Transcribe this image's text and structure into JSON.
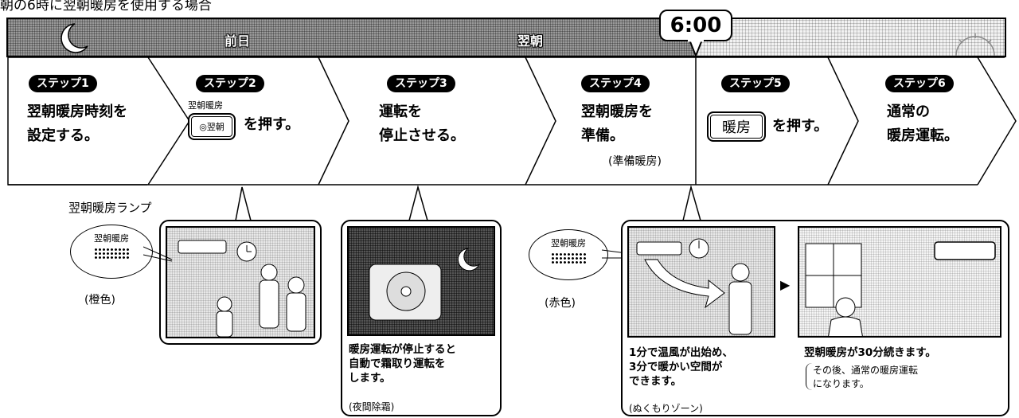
{
  "caption": "朝の6時に翌朝暖房を使用する場合",
  "timeline": {
    "prev_label": "前日",
    "next_label": "翌朝",
    "time": "6:00"
  },
  "steps": [
    {
      "label": "ステップ1",
      "line1": "翌朝暖房時刻を",
      "line2": "設定する。"
    },
    {
      "label": "ステップ2",
      "button_caption": "翌朝暖房",
      "button_text": "◎翌朝",
      "text": "を押す。"
    },
    {
      "label": "ステップ3",
      "line1": "運転を",
      "line2": "停止させる。"
    },
    {
      "label": "ステップ4",
      "line1": "翌朝暖房を",
      "line2": "準備。",
      "note": "(準備暖房)"
    },
    {
      "label": "ステップ5",
      "button_text": "暖房",
      "text": "を押す。"
    },
    {
      "label": "ステップ6",
      "line1": "通常の",
      "line2": "暖房運転。"
    }
  ],
  "lamp_title": "翌朝暖房ランプ",
  "lamp1": {
    "label": "翌朝暖房",
    "color": "(橙色)"
  },
  "lamp2": {
    "label": "翌朝暖房",
    "color": "(赤色)"
  },
  "panel_defrost": {
    "lines": [
      "暖房運転が停止すると",
      "自動で霜取り運転を",
      "します。"
    ],
    "note": "(夜間除霜)"
  },
  "panel_warm": {
    "lines": [
      "1分で温風が出始め、",
      "3分で暖かい空間が",
      "できます。"
    ],
    "note": "(ぬくもりゾーン)"
  },
  "panel_continue": {
    "line1": "翌朝暖房が30分続きます。",
    "note_lines": [
      "その後、通常の暖房運転",
      "になります。"
    ]
  },
  "colors": {
    "ink": "#000000",
    "band": "#9a9a9a",
    "paper": "#ffffff"
  }
}
